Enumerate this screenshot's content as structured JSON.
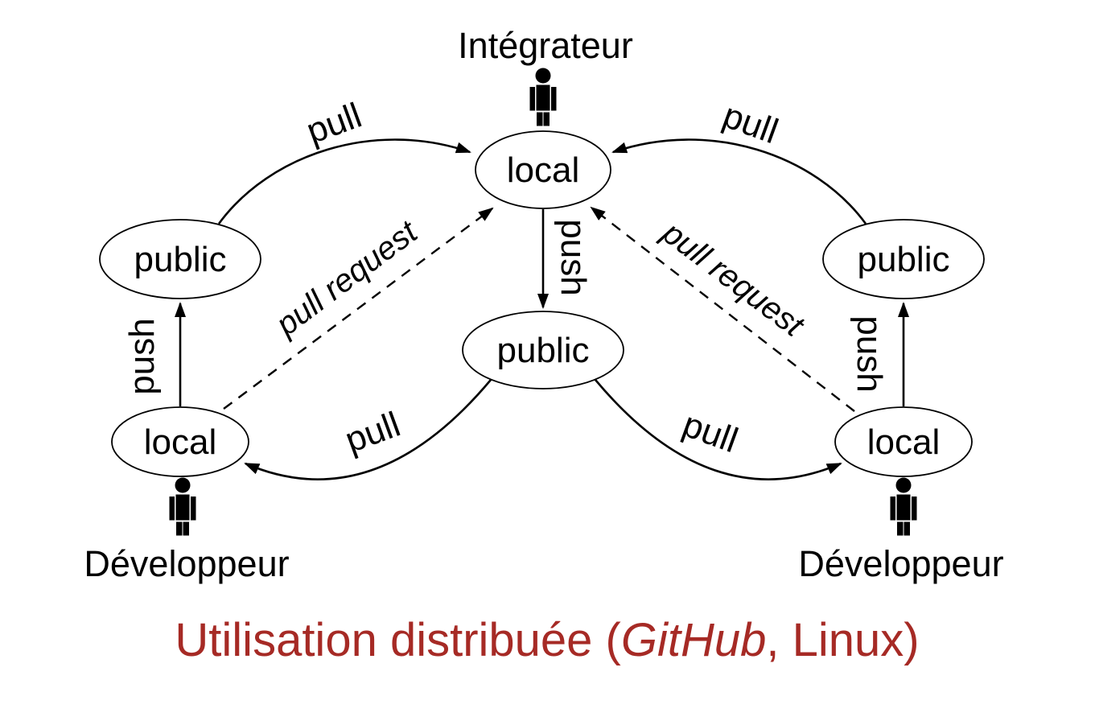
{
  "nodes": {
    "top_local": {
      "label": "local"
    },
    "left_public": {
      "label": "public"
    },
    "right_public": {
      "label": "public"
    },
    "center_public": {
      "label": "public"
    },
    "left_local": {
      "label": "local"
    },
    "right_local": {
      "label": "local"
    }
  },
  "actors": {
    "integrator": {
      "label": "Intégrateur",
      "icon": "person-icon"
    },
    "developer_left": {
      "label": "Développeur",
      "icon": "person-icon"
    },
    "developer_right": {
      "label": "Développeur",
      "icon": "person-icon"
    }
  },
  "edges": {
    "pull_top_left": {
      "label": "pull"
    },
    "pull_top_right": {
      "label": "pull"
    },
    "push_left": {
      "label": "push"
    },
    "push_center": {
      "label": "push"
    },
    "push_right": {
      "label": "push"
    },
    "pull_request_left": {
      "label": "pull request"
    },
    "pull_request_right": {
      "label": "pull request"
    },
    "pull_bottom_left": {
      "label": "pull"
    },
    "pull_bottom_right": {
      "label": "pull"
    }
  },
  "caption": {
    "prefix": "Utilisation distribuée (",
    "emphasis": "GitHub",
    "suffix": ", Linux)"
  },
  "colors": {
    "caption": "#A62A25",
    "ink": "#000000",
    "background": "#FFFFFF"
  }
}
